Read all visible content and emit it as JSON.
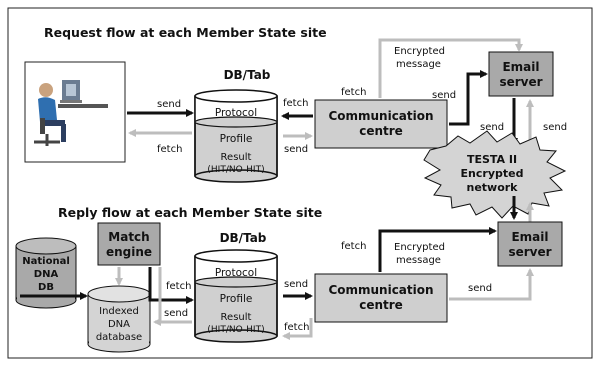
{
  "request": {
    "heading": "Request flow at each Member State site",
    "db_title": "DB/Tab",
    "protocol": "Protocol",
    "profile": "Profile",
    "result": [
      "Result",
      "(HIT/NO-HIT)"
    ],
    "comm_centre": [
      "Communication",
      "centre"
    ],
    "email_server": [
      "Email",
      "server"
    ],
    "label_send_user": "send",
    "label_fetch_user": "fetch",
    "label_fetch_comm": "fetch",
    "label_send_comm": "send",
    "label_fetch_top": "fetch",
    "label_encrypted": [
      "Encrypted",
      "message"
    ],
    "label_send_to_email": "send",
    "label_send_down": "send",
    "label_send_up": "send"
  },
  "network": {
    "label": [
      "TESTA II",
      "Encrypted",
      "network"
    ]
  },
  "reply": {
    "heading": "Reply flow at each Member State site",
    "db_title": "DB/Tab",
    "protocol": "Protocol",
    "profile": "Profile",
    "result": [
      "Result",
      "(HIT/NO-HIT)"
    ],
    "match_engine": [
      "Match",
      "engine"
    ],
    "national_db": [
      "National",
      "DNA",
      "DB"
    ],
    "indexed_db": [
      "Indexed",
      "DNA",
      "database"
    ],
    "comm_centre": [
      "Communication",
      "centre"
    ],
    "email_server": [
      "Email",
      "server"
    ],
    "label_fetch_match": "fetch",
    "label_send_indexed": "send",
    "label_send_comm": "send",
    "label_fetch_comm": "fetch",
    "label_fetch_top": "fetch",
    "label_encrypted": [
      "Encrypted",
      "message"
    ],
    "label_send_bottom": "send"
  }
}
